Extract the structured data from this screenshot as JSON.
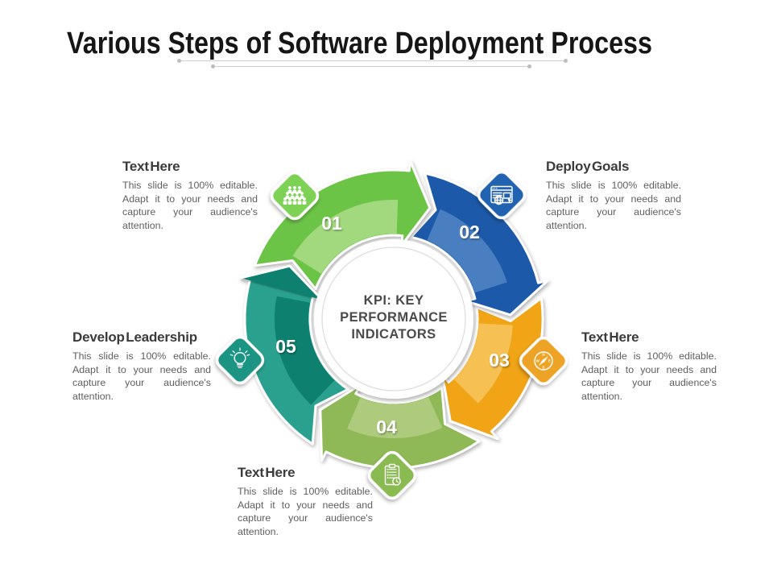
{
  "title": "Various Steps of Software Deployment Process",
  "center": {
    "line1": "KPI: KEY",
    "line2": "PERFORMANCE",
    "line3": "INDICATORS",
    "text_color": "#4a4a4a"
  },
  "text_colors": {
    "heading": "#3b3b3b",
    "body": "#5f5f5f"
  },
  "steps": [
    {
      "number": "01",
      "heading": "Text Here",
      "icon": "audience-icon",
      "body": "This slide is 100% editable. Adapt it to your needs and capture your audience's attention.",
      "colors": {
        "outer": "#6cc446",
        "inner": "#a2d97e",
        "icon_bg": "#7dd256"
      }
    },
    {
      "number": "02",
      "heading": "Deploy Goals",
      "icon": "web-browser-icon",
      "body": "This slide is 100% editable. Adapt it to your needs and capture your audience's attention.",
      "colors": {
        "outer": "#1c5aa9",
        "inner": "#4a7fc1",
        "icon_bg": "#2264b1"
      }
    },
    {
      "number": "03",
      "heading": "Text Here",
      "icon": "compass-icon",
      "body": "This slide is 100% editable. Adapt it to your needs and capture your audience's attention.",
      "colors": {
        "outer": "#f0a418",
        "inner": "#f6c053",
        "icon_bg": "#eda426"
      }
    },
    {
      "number": "04",
      "heading": "Text Here",
      "icon": "checklist-clock-icon",
      "body": "This slide is 100% editable. Adapt it to your needs and capture your audience's attention.",
      "colors": {
        "outer": "#8fb957",
        "inner": "#aecb7d",
        "icon_bg": "#8abb52"
      }
    },
    {
      "number": "05",
      "heading": "Develop Leadership",
      "icon": "lightbulb-icon",
      "body": "This slide is 100% editable. Adapt it to your needs and capture your audience's attention.",
      "colors": {
        "outer": "#2aa18e",
        "inner": "#0e8070",
        "icon_bg": "#1b9484"
      }
    }
  ]
}
